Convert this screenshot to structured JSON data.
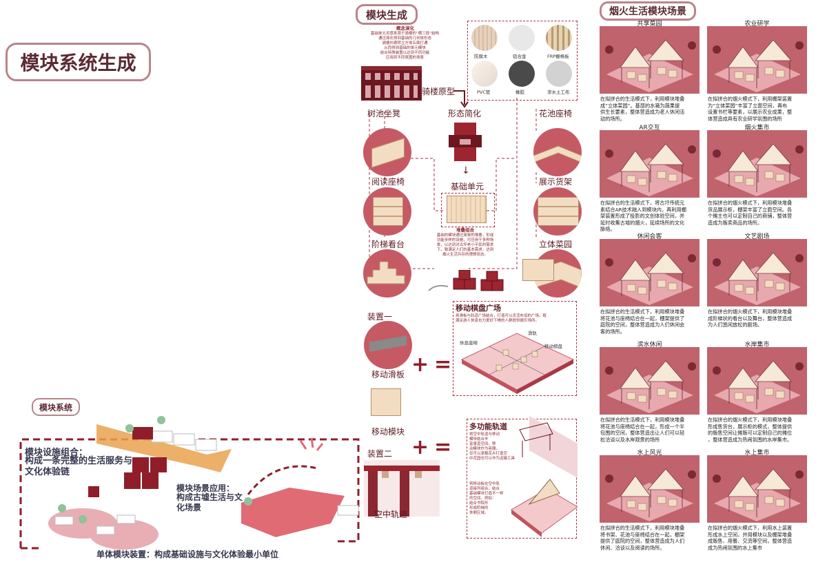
{
  "main_title": "模块系统生成",
  "module_gen": {
    "title": "模块生成",
    "concept_title": "概念演化",
    "concept_lines": [
      "基础单元灵感来源于骑楼的“横三段”结构",
      "通过简化得到基础的几何体形态",
      "骑楼外廊转立方体五面打通",
      "从而得到基础的单元模块",
      "结合特殊装置以达到不同功能",
      "应用到不同氛围的场景"
    ],
    "prototype": "骑楼原型",
    "simplify": "形态简化",
    "base_unit": "基础单元",
    "materials": [
      "防腐木",
      "铝合金",
      "FRP栅格板",
      "PVC管",
      "橡胶",
      "渗水土工布"
    ],
    "left_items": [
      "树池坐凳",
      "阅读座椅",
      "阶梯看台"
    ],
    "right_items": [
      "花池座椅",
      "展示货架",
      "立体菜园"
    ],
    "stack_title": "堆叠组合",
    "stack_lines": [
      "基础的模块通过简单的堆叠，形成",
      "功能多样的设施，可应用于多种场",
      "景，以达到对古坪老小平民的需求",
      "下，致满足人们的基本需求，达到",
      "烟火生活共存的理想状态。"
    ]
  },
  "devices": {
    "device1": "装置一",
    "slide_board": "移动滑板",
    "move_module": "移动模块",
    "device2": "装置二",
    "air_track": "空中轨道",
    "plaza_title": "移动棋盘广场",
    "plaza_lines": [
      "将滑板与轨道广场结合，打造可以灵活布设的广场。既",
      "满足游人休息也为爱好下棋的人群提供娱乐场所。"
    ],
    "plaza_labels": [
      "滑轨",
      "休息座椅",
      "移动棋盘"
    ],
    "track_title": "多功能轨道",
    "track_lines_a": [
      "将空中轨道与移动",
      "模块结合丰",
      "富垂直空间。移",
      "动模块作为容器，",
      "仅可以承载花卉打造空",
      "中花园也可以作为运输工具"
    ],
    "track_lines_b": [
      "将移动板在空中轨",
      "道接列组合，结合",
      "基础模块打造不一样",
      "的空间。例如：",
      "结合书院形",
      "形成阶梯的",
      "休憩区域。"
    ]
  },
  "module_system": {
    "title": "模块系统",
    "combo": "模块设施组合：",
    "combo_desc": "构成一条完整的生活服务与文化体验链",
    "scene": "模块场景应用：",
    "scene_desc": "构成古墟生活与文化场景",
    "single": "单体模块装置：构成基础设施与文化体验最小单位"
  },
  "scenes": {
    "title": "烟火生活模块场景",
    "panels": [
      {
        "title": "共享菜园",
        "desc": [
          "在拟拼合的生活模式下，利用模块堆叠",
          "成“立体菜园”。基部的水箱为蔬果提",
          "供生长要素，整体营造成为老人休闲活",
          "动的场所。"
        ]
      },
      {
        "title": "农业研学",
        "desc": [
          "在拟拼合的烟火模式下，利用棚架装置",
          "为“立体菜园”丰富了立面空间，再布",
          "设置书栏等要素，以展示农业成果，整",
          "体营造成具有农业研学氛围的场所"
        ]
      },
      {
        "title": "AR交互",
        "desc": [
          "在拟拼合的生活模式下，将古圩传统元",
          "素结合AR技术融入到模块内，再利用棚",
          "架装置形成了投影的文创体验空间，并",
          "延时收集古墟的烟火，延续场所的文化",
          "脉络。"
        ]
      },
      {
        "title": "烟火集市",
        "desc": [
          "在拟拼合的烟火模式下，利用模块堆叠",
          "货品展示柜，棚架丰富了立面空间。各",
          "个摊主也可以定制自己的商铺，整体营",
          "造成为贩卖商品的场所。"
        ]
      },
      {
        "title": "休闲会客",
        "desc": [
          "在拟拼合的生活模式下，利用模块堆叠",
          "将花池与座椅结合在一起，棚架提供了",
          "庭院的空间，整体营造成为人们休闲会",
          "客的场所。"
        ]
      },
      {
        "title": "文艺剧场",
        "desc": [
          "在拟拼合的烟火模式下，利用模块堆叠",
          "成阶梯状的看台以及舞台，整体营造成",
          "为人们悠闲放松的剧场。"
        ]
      },
      {
        "title": "滨水休闲",
        "desc": [
          "在拟拼合的生活模式下，利用模块堆叠",
          "将花池与座椅结合在一起，形成一个半",
          "包围的空间，整体营造出让人们可以轻",
          "松洽谈以及水岸观景的场所"
        ]
      },
      {
        "title": "水岸集市",
        "desc": [
          "在拟拼合的烟火模式下，利用模块堆叠",
          "形成售货台，展示柜的模式，整体提供",
          "的贩售空间让摊贩可以定制自己的摊位",
          "，整体营造成为热闹氛围的水岸集市。"
        ]
      },
      {
        "title": "水上风光",
        "desc": [
          "在拟拼合的生活模式下，利用模块堆叠",
          "将书架、花池与座椅结合在一起，棚架",
          "提供了庭院的空间，整体营造成为人们",
          "休闲、洽谈以及阅读的场所。"
        ]
      },
      {
        "title": "水上集市",
        "desc": [
          "在拟拼合的烟火模式下，利用水上装置",
          "形成水上空间，并用模块以及棚架堆叠",
          "成贩售、用餐、交流等空间，整体营造",
          "成为热闹氛围的水上集市"
        ]
      }
    ]
  },
  "operators": {
    "plus": "+",
    "equals": "="
  },
  "colors": {
    "accent": "#a2323d",
    "pink": "#c9616b",
    "panel": "#c0636d",
    "wood": "#f3dcc0"
  }
}
